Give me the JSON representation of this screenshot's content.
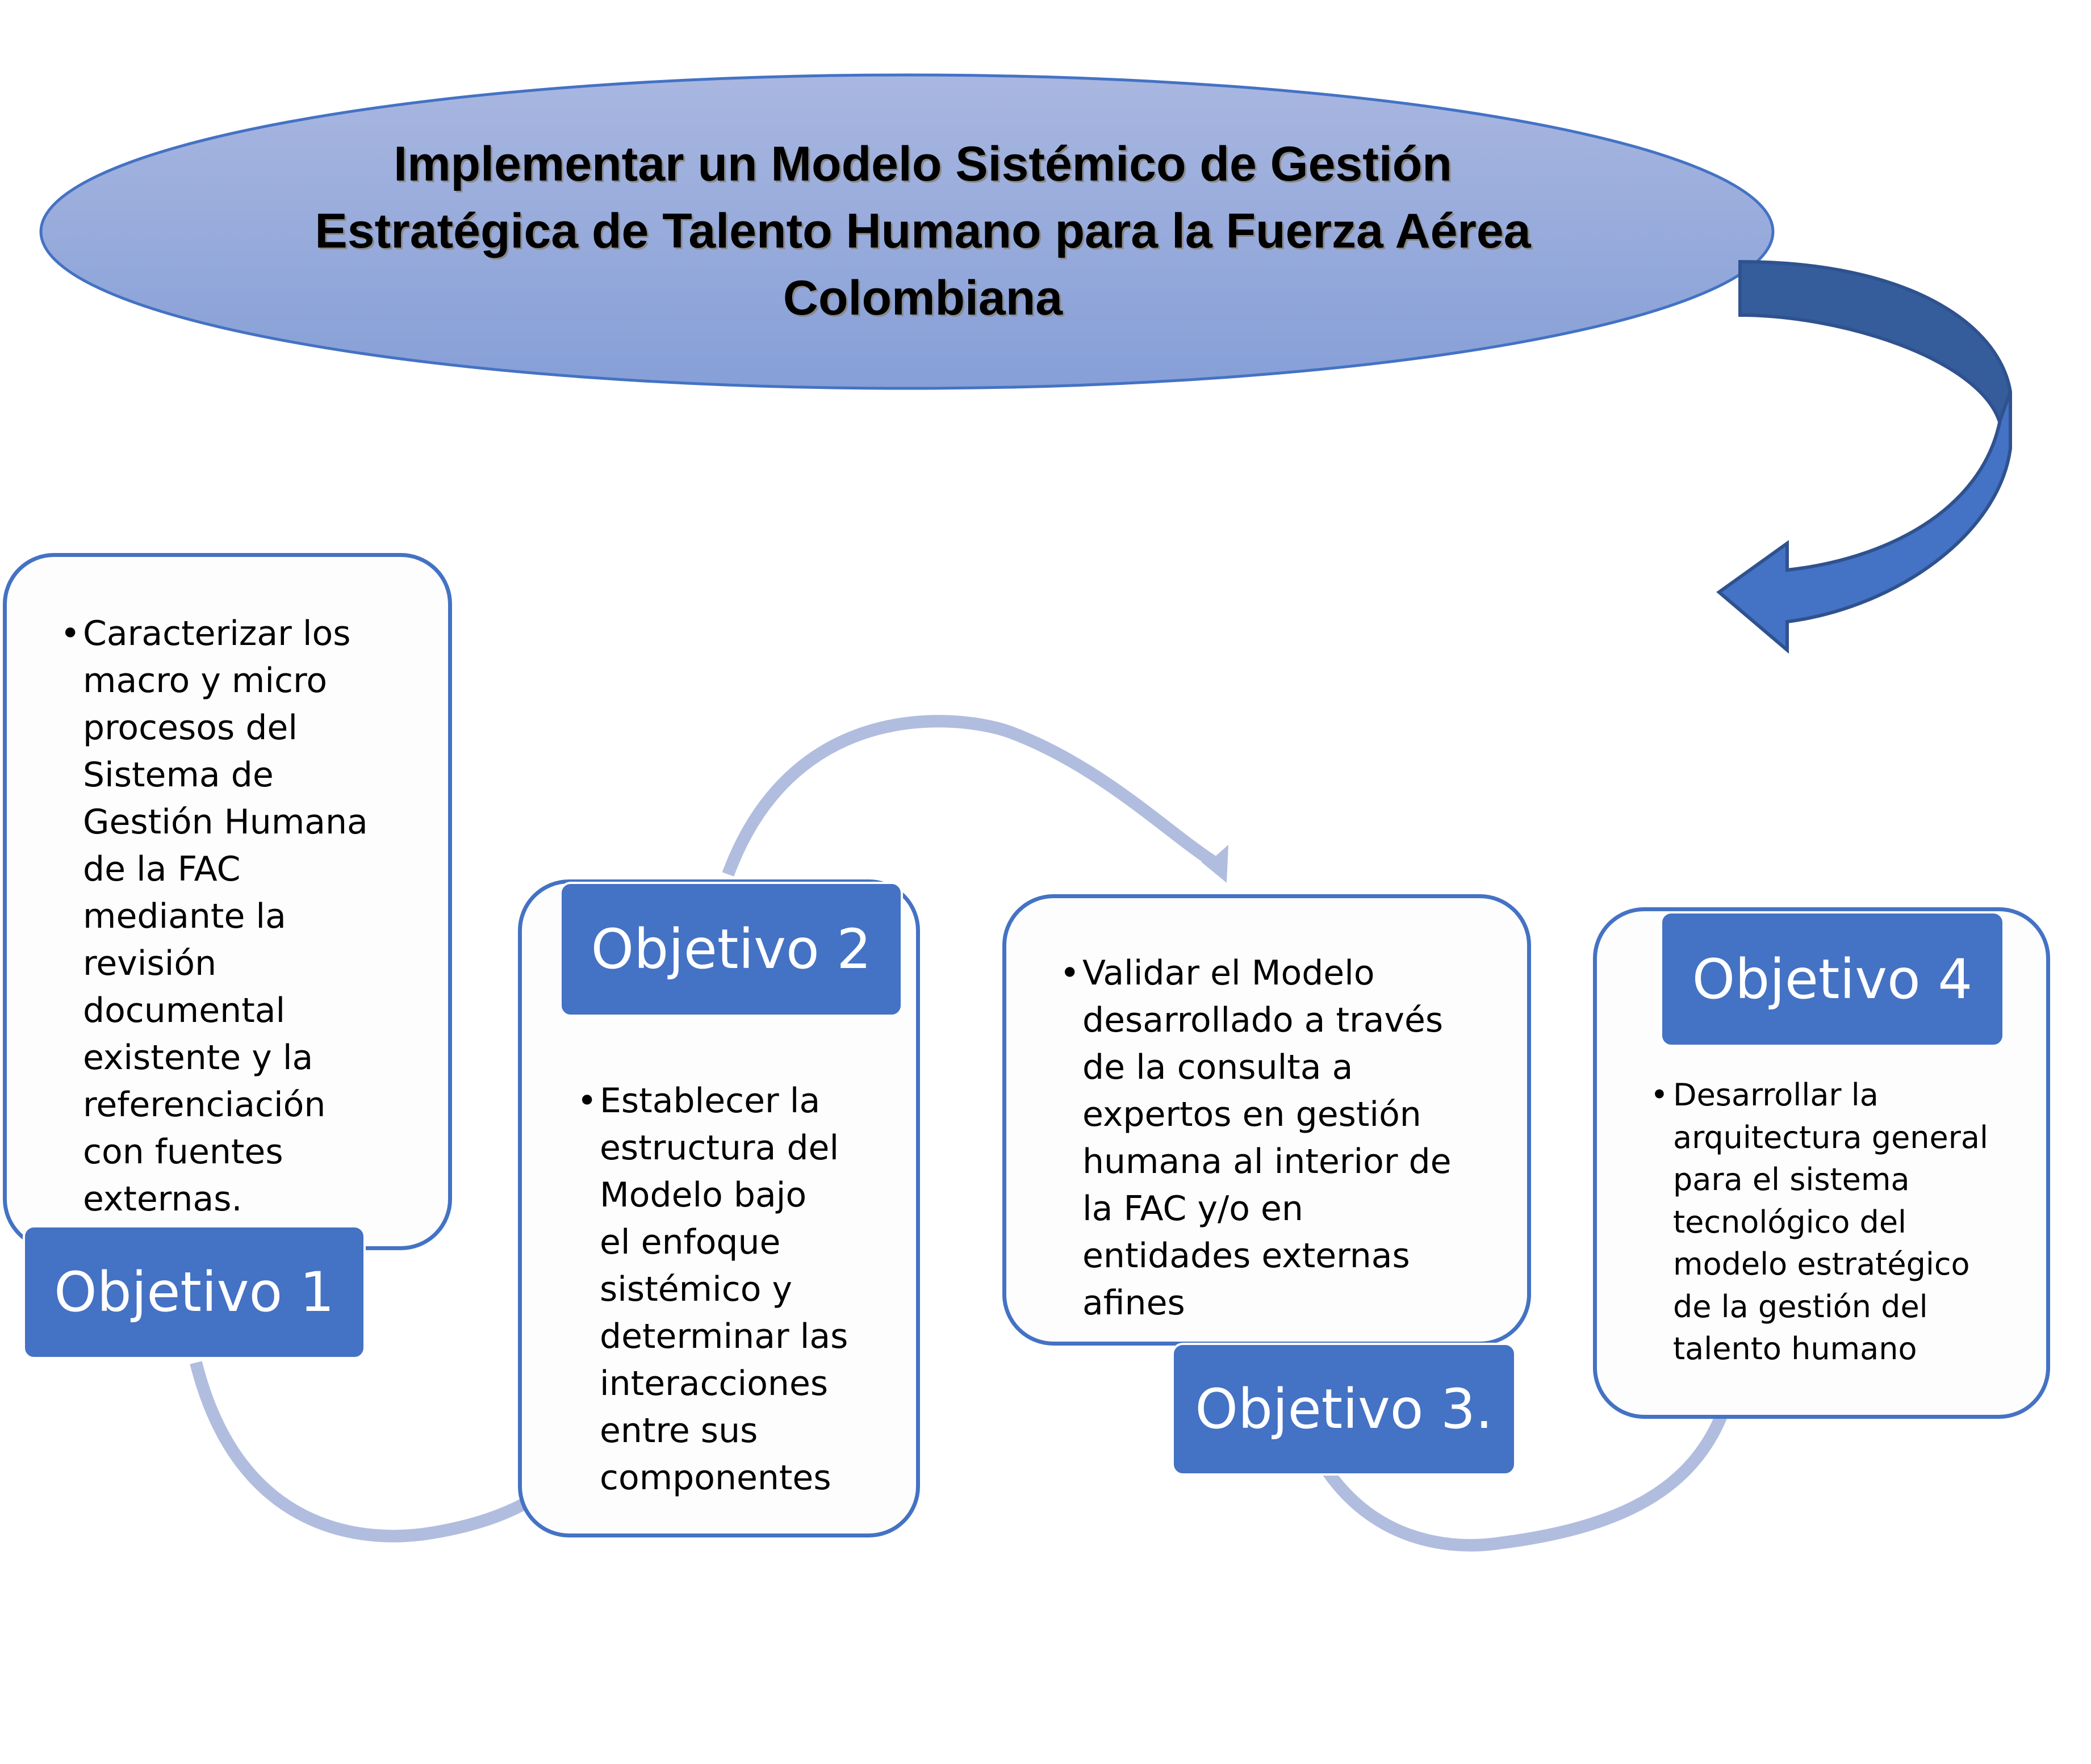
{
  "goal": {
    "line1": "Implementar un Modelo Sistémico de Gestión",
    "line2": "Estratégica de Talento Humano para la Fuerza Aérea",
    "line3": "Colombiana"
  },
  "objectives": [
    {
      "label": "Objetivo 1",
      "bullet": "•",
      "lines": [
        "Caracterizar los",
        "macro y micro",
        "procesos del",
        "Sistema de",
        "Gestión Humana",
        "de la FAC",
        "mediante la",
        "revisión",
        "documental",
        "existente y la",
        "referenciación",
        "con fuentes",
        "externas."
      ]
    },
    {
      "label": "Objetivo 2",
      "bullet": "•",
      "lines": [
        "Establecer la",
        "estructura del",
        "Modelo bajo",
        "el enfoque",
        "sistémico y",
        "determinar las",
        "interacciones",
        "entre sus",
        "componentes"
      ]
    },
    {
      "label": "Objetivo 3.",
      "bullet": "•",
      "lines": [
        "Validar el Modelo",
        "desarrollado a través",
        "de la consulta a",
        "expertos en gestión",
        "humana al interior de",
        "la FAC y/o en",
        "entidades externas",
        "afines"
      ]
    },
    {
      "label": "Objetivo 4",
      "bullet": "•",
      "lines": [
        "Desarrollar la",
        "arquitectura general",
        "para el sistema",
        "tecnológico del",
        "modelo estratégico",
        "de la gestión del",
        "talento humano"
      ]
    }
  ],
  "colors": {
    "accent": "#4472c4",
    "arrow_dark": "#355c9b",
    "connector": "#b0bddf",
    "ellipse_top": "#a9b7e0",
    "ellipse_bottom": "#869fd7"
  }
}
